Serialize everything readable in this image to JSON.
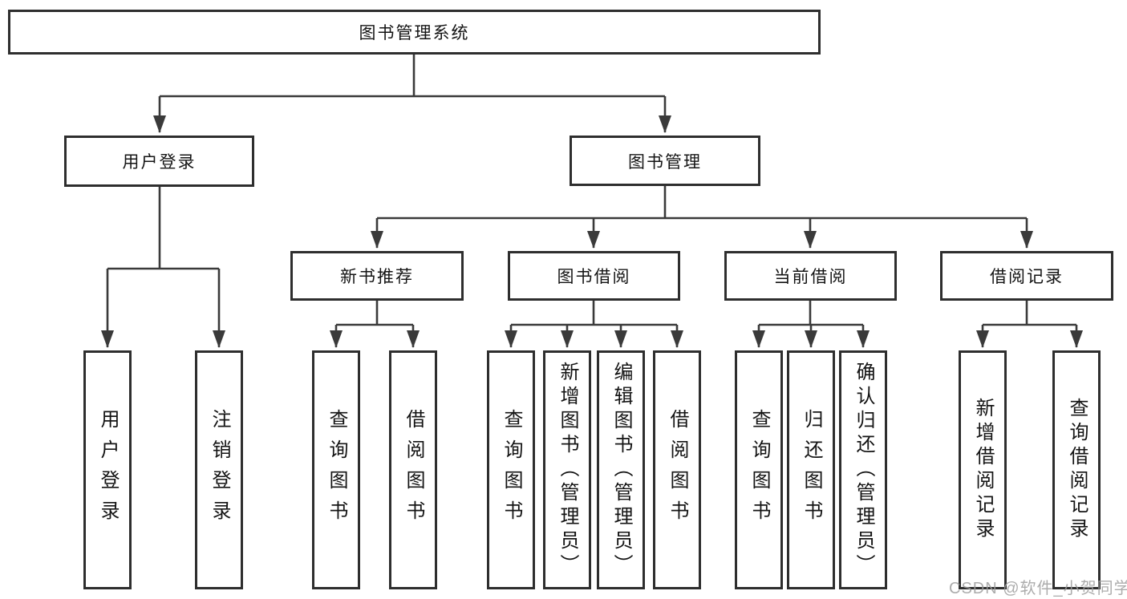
{
  "diagram_title": "图书管理系统",
  "tree": {
    "label": "图书管理系统",
    "children": [
      {
        "label": "用户登录",
        "children": [
          {
            "label": "用户登录"
          },
          {
            "label": "注销登录"
          }
        ]
      },
      {
        "label": "图书管理",
        "children": [
          {
            "label": "新书推荐",
            "children": [
              {
                "label": "查询图书"
              },
              {
                "label": "借阅图书"
              }
            ]
          },
          {
            "label": "图书借阅",
            "children": [
              {
                "label": "查询图书"
              },
              {
                "label": "新增图书（管理员）"
              },
              {
                "label": "编辑图书（管理员）"
              },
              {
                "label": "借阅图书"
              }
            ]
          },
          {
            "label": "当前借阅",
            "children": [
              {
                "label": "查询图书"
              },
              {
                "label": "归还图书"
              },
              {
                "label": "确认归还（管理员）"
              }
            ]
          },
          {
            "label": "借阅记录",
            "children": [
              {
                "label": "新增借阅记录"
              },
              {
                "label": "查询借阅记录"
              }
            ]
          }
        ]
      }
    ]
  },
  "watermark": "CSDN @软件_小贺同学",
  "colors": {
    "line": "#3a3a3a",
    "box_border": "#2e2e2e",
    "text": "#141414",
    "background": "#ffffff",
    "watermark": "#9e9e9e"
  }
}
